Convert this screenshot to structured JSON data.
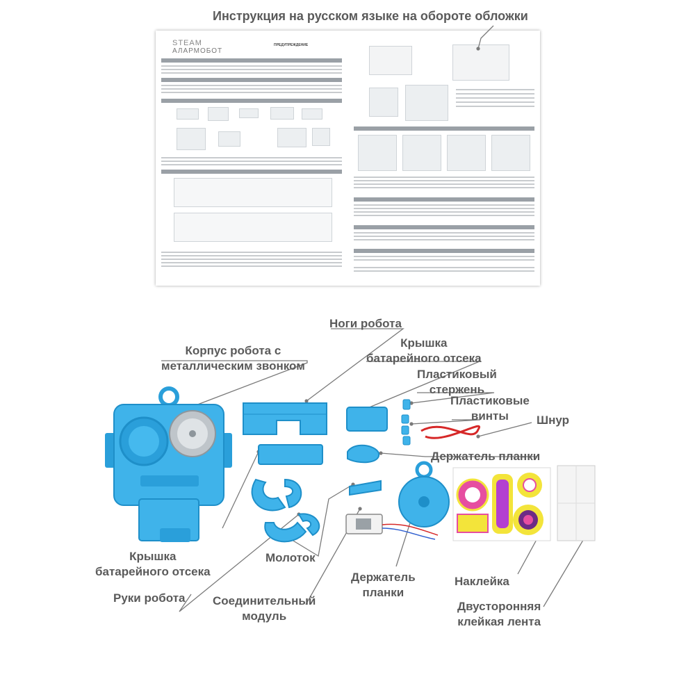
{
  "header": {
    "instruction_note": "Инструкция на русском языке на обороте обложки"
  },
  "sheet": {
    "brand": "STEAM",
    "product": "АЛАРМОБОТ",
    "warning": "ПРЕДУПРЕЖДЕНИЕ"
  },
  "labels": {
    "body": "Корпус робота с\nметаллическим звонком",
    "legs": "Ноги робота",
    "battery_cover_top": "Крышка\nбатарейного отсека",
    "plastic_rod": "Пластиковый\nстержень",
    "plastic_screws": "Пластиковые\nвинты",
    "cord": "Шнур",
    "plank_holder_top": "Держатель планки",
    "battery_cover_bottom": "Крышка\nбатарейного отсека",
    "hammer": "Молоток",
    "plank_holder_bottom": "Держатель\nпланки",
    "sticker": "Наклейка",
    "arms": "Руки робота",
    "connector": "Соединительный\nмодуль",
    "tape": "Двусторонняя\nклейкая лента"
  },
  "colors": {
    "part_blue": "#3fb3ea",
    "part_blue_dark": "#1e8fc9",
    "cord_red": "#d62828",
    "leader_gray": "#7a7a7a",
    "sticker_yellow": "#f3e43a",
    "sticker_pink": "#e64ea0"
  }
}
